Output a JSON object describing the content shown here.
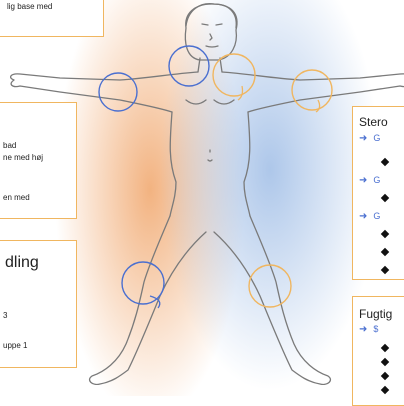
{
  "boxes": {
    "top_left": {
      "text": "lig base med"
    },
    "mid_left": {
      "lines": [
        "bad",
        "ne med høj",
        "en med"
      ]
    },
    "low_left": {
      "title": "dling",
      "lines": [
        "3",
        "uppe 1"
      ]
    },
    "steroid": {
      "title": "Stero",
      "arrow_items": [
        "G",
        "G",
        "G"
      ]
    },
    "fugt": {
      "title": "Fugtig",
      "arrow_items": [
        "$"
      ]
    }
  },
  "colors": {
    "orange_accent": "#f0b660",
    "blue_accent": "#4a6fd0",
    "warm_glow": "#f0a56a",
    "cool_glow": "#9fbde6",
    "body_outline": "#7a7a7a"
  }
}
